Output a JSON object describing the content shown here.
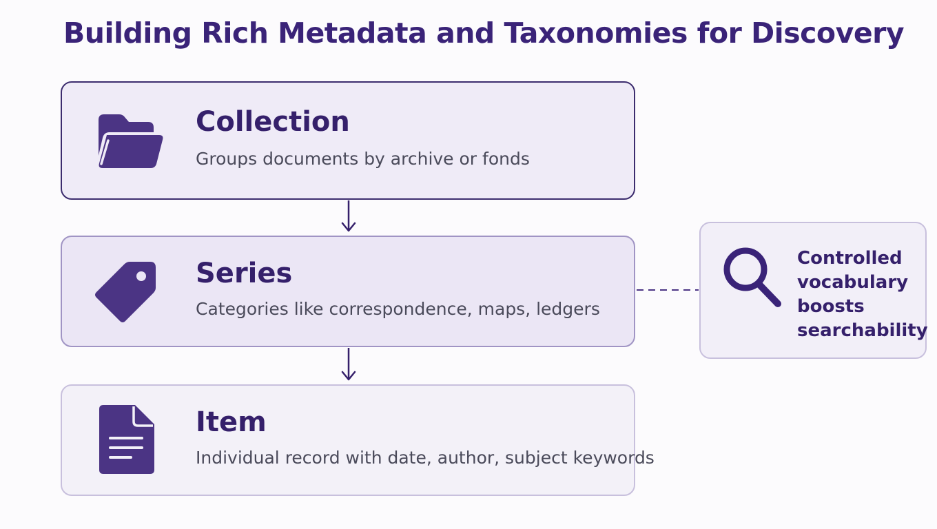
{
  "title": "Building Rich Metadata and Taxonomies for Discovery",
  "levels": [
    {
      "title": "Collection",
      "description": "Groups documents by archive or fonds",
      "icon": "folder-icon"
    },
    {
      "title": "Series",
      "description": "Categories like correspondence, maps, ledgers",
      "icon": "tag-icon"
    },
    {
      "title": "Item",
      "description": "Individual record with date, author, subject keywords",
      "icon": "document-icon"
    }
  ],
  "note": {
    "lines": [
      "Controlled",
      "vocabulary",
      "boosts",
      "searchability"
    ],
    "icon": "magnifier-icon"
  },
  "colors": {
    "title": "#3a2378",
    "icon": "#4b3484",
    "text": "#4a4a5a",
    "arrow": "#35206b"
  }
}
